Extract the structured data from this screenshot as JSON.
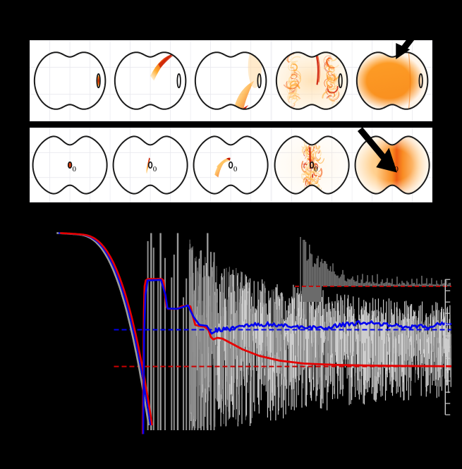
{
  "figure": {
    "background_color": "#000000",
    "panel_background": "#ffffff",
    "outline_color": "#1a1a1a",
    "grid_color": "#e8e8ee",
    "colormap_name": "hot-orange",
    "colormap_stops": [
      "#ffffff",
      "#ffe0a8",
      "#ffc04d",
      "#ff9a1f",
      "#f4601a",
      "#d21a0a",
      "#7a0a05"
    ]
  },
  "rows": [
    {
      "row_id": "row-top",
      "shape": "dumbbell-equatorial",
      "marker_label": "",
      "arrow": {
        "present": true,
        "panel_index": 4,
        "direction": "down-left"
      },
      "panels": [
        {
          "index": 0,
          "stage": "seed",
          "fill_level": 0.02,
          "description": "small hot spot at right neck"
        },
        {
          "index": 1,
          "stage": "plume",
          "fill_level": 0.05,
          "description": "thin arc plume upper right"
        },
        {
          "index": 2,
          "stage": "spread",
          "fill_level": 0.18,
          "description": "curved plume sweeping lower right"
        },
        {
          "index": 3,
          "stage": "turbulent",
          "fill_level": 0.62,
          "description": "double-vortex filamentary mixing"
        },
        {
          "index": 4,
          "stage": "saturated",
          "fill_level": 0.98,
          "description": "fully mixed saturated interior"
        }
      ]
    },
    {
      "row_id": "row-bottom",
      "shape": "dumbbell-meridional",
      "marker_label": "0",
      "arrow": {
        "present": true,
        "panel_index": 4,
        "direction": "down-right"
      },
      "panels": [
        {
          "index": 0,
          "stage": "seed",
          "fill_level": 0.02,
          "description": "point source at centre marker"
        },
        {
          "index": 1,
          "stage": "plume",
          "fill_level": 0.04,
          "description": "short slanted streak above marker"
        },
        {
          "index": 2,
          "stage": "spread",
          "fill_level": 0.16,
          "description": "hooked filament curving left"
        },
        {
          "index": 3,
          "stage": "turbulent",
          "fill_level": 0.55,
          "description": "fine filamentary turbulence"
        },
        {
          "index": 4,
          "stage": "saturated",
          "fill_level": 0.96,
          "description": "broad warm interior with hot neck"
        }
      ]
    }
  ],
  "chart_data": {
    "type": "line",
    "title": "",
    "xlabel": "",
    "ylabel": "",
    "xlim": [
      0,
      1
    ],
    "ylim": [
      0,
      1
    ],
    "grid": false,
    "background": "#000000",
    "legend": "none",
    "series": [
      {
        "name": "noise-band-light",
        "role": "instantaneous signal (light grey)",
        "color": "#d8d8d8",
        "style": "spiky-fill"
      },
      {
        "name": "noise-band-dark",
        "role": "instantaneous signal (dark grey)",
        "color": "#808080",
        "style": "spiky-fill"
      },
      {
        "name": "red-mean",
        "role": "running mean A",
        "color": "#e60000",
        "style": "solid",
        "description": "high plateau at left, steep drop, stepped plateaus, decays to asymptote"
      },
      {
        "name": "blue-mean",
        "role": "running mean B",
        "color": "#0000ee",
        "style": "solid",
        "description": "tracks just above red at left, flattens to steady level"
      },
      {
        "name": "grey-reference",
        "role": "reference decay curve",
        "color": "#9a9a9a",
        "style": "solid"
      }
    ],
    "reference_lines": [
      {
        "name": "red-dashed-asymptote",
        "color": "#cc0000",
        "style": "dashed",
        "y": 0.33
      },
      {
        "name": "blue-dashed-asymptote",
        "color": "#0000ee",
        "style": "dashed",
        "y": 0.52
      }
    ],
    "inset": {
      "name": "spectrum-inset",
      "type": "bar",
      "color": "#6b6b6b",
      "baseline_color": "#cc0000",
      "baseline_style": "dashed",
      "description": "tall spikes at left decaying to a flat comb of small spikes"
    }
  }
}
